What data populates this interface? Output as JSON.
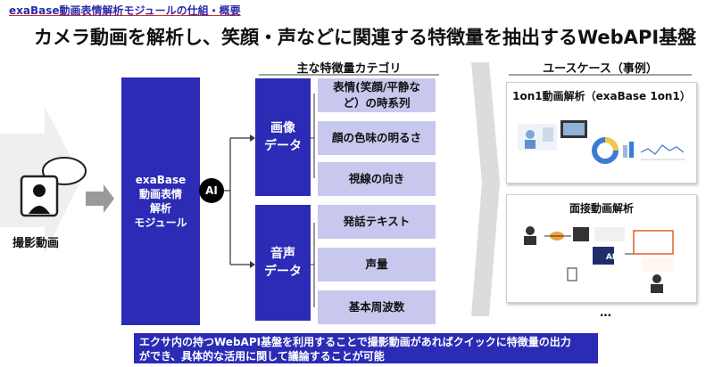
{
  "subtitle": "exaBase動画表情解析モジュールの仕組・概要",
  "headline": "カメラ動画を解析し、笑顔・声などに関連する特徴量を抽出するWebAPI基盤",
  "input": {
    "label": "撮影動画"
  },
  "module": {
    "line1": "exaBase",
    "line2": "動画表情",
    "line3": "解析",
    "line4": "モジュール"
  },
  "ai_badge": "AI",
  "features_section": {
    "title": "主な特徴量カテゴリ",
    "groups": [
      {
        "label_line1": "画像",
        "label_line2": "データ",
        "items": [
          "表情(笑顔/平静など）の時系列",
          "顔の色味の明るさ",
          "視線の向き"
        ]
      },
      {
        "label_line1": "音声",
        "label_line2": "データ",
        "items": [
          "発話テキスト",
          "声量",
          "基本周波数"
        ]
      }
    ]
  },
  "usecase_section": {
    "title": "ユースケース（事例）",
    "card1": {
      "title": "1on1動画解析（exaBase 1on1）"
    },
    "card2": {
      "title": "面接動画解析",
      "ai": "AI"
    },
    "ellipsis": "…"
  },
  "banner": {
    "line1": "エクサ内の持つWebAPI基盤を利用することで撮影動画があればクイックに特徴量の出力",
    "line2": "ができ、具体的な活用に関して議論することが可能"
  }
}
